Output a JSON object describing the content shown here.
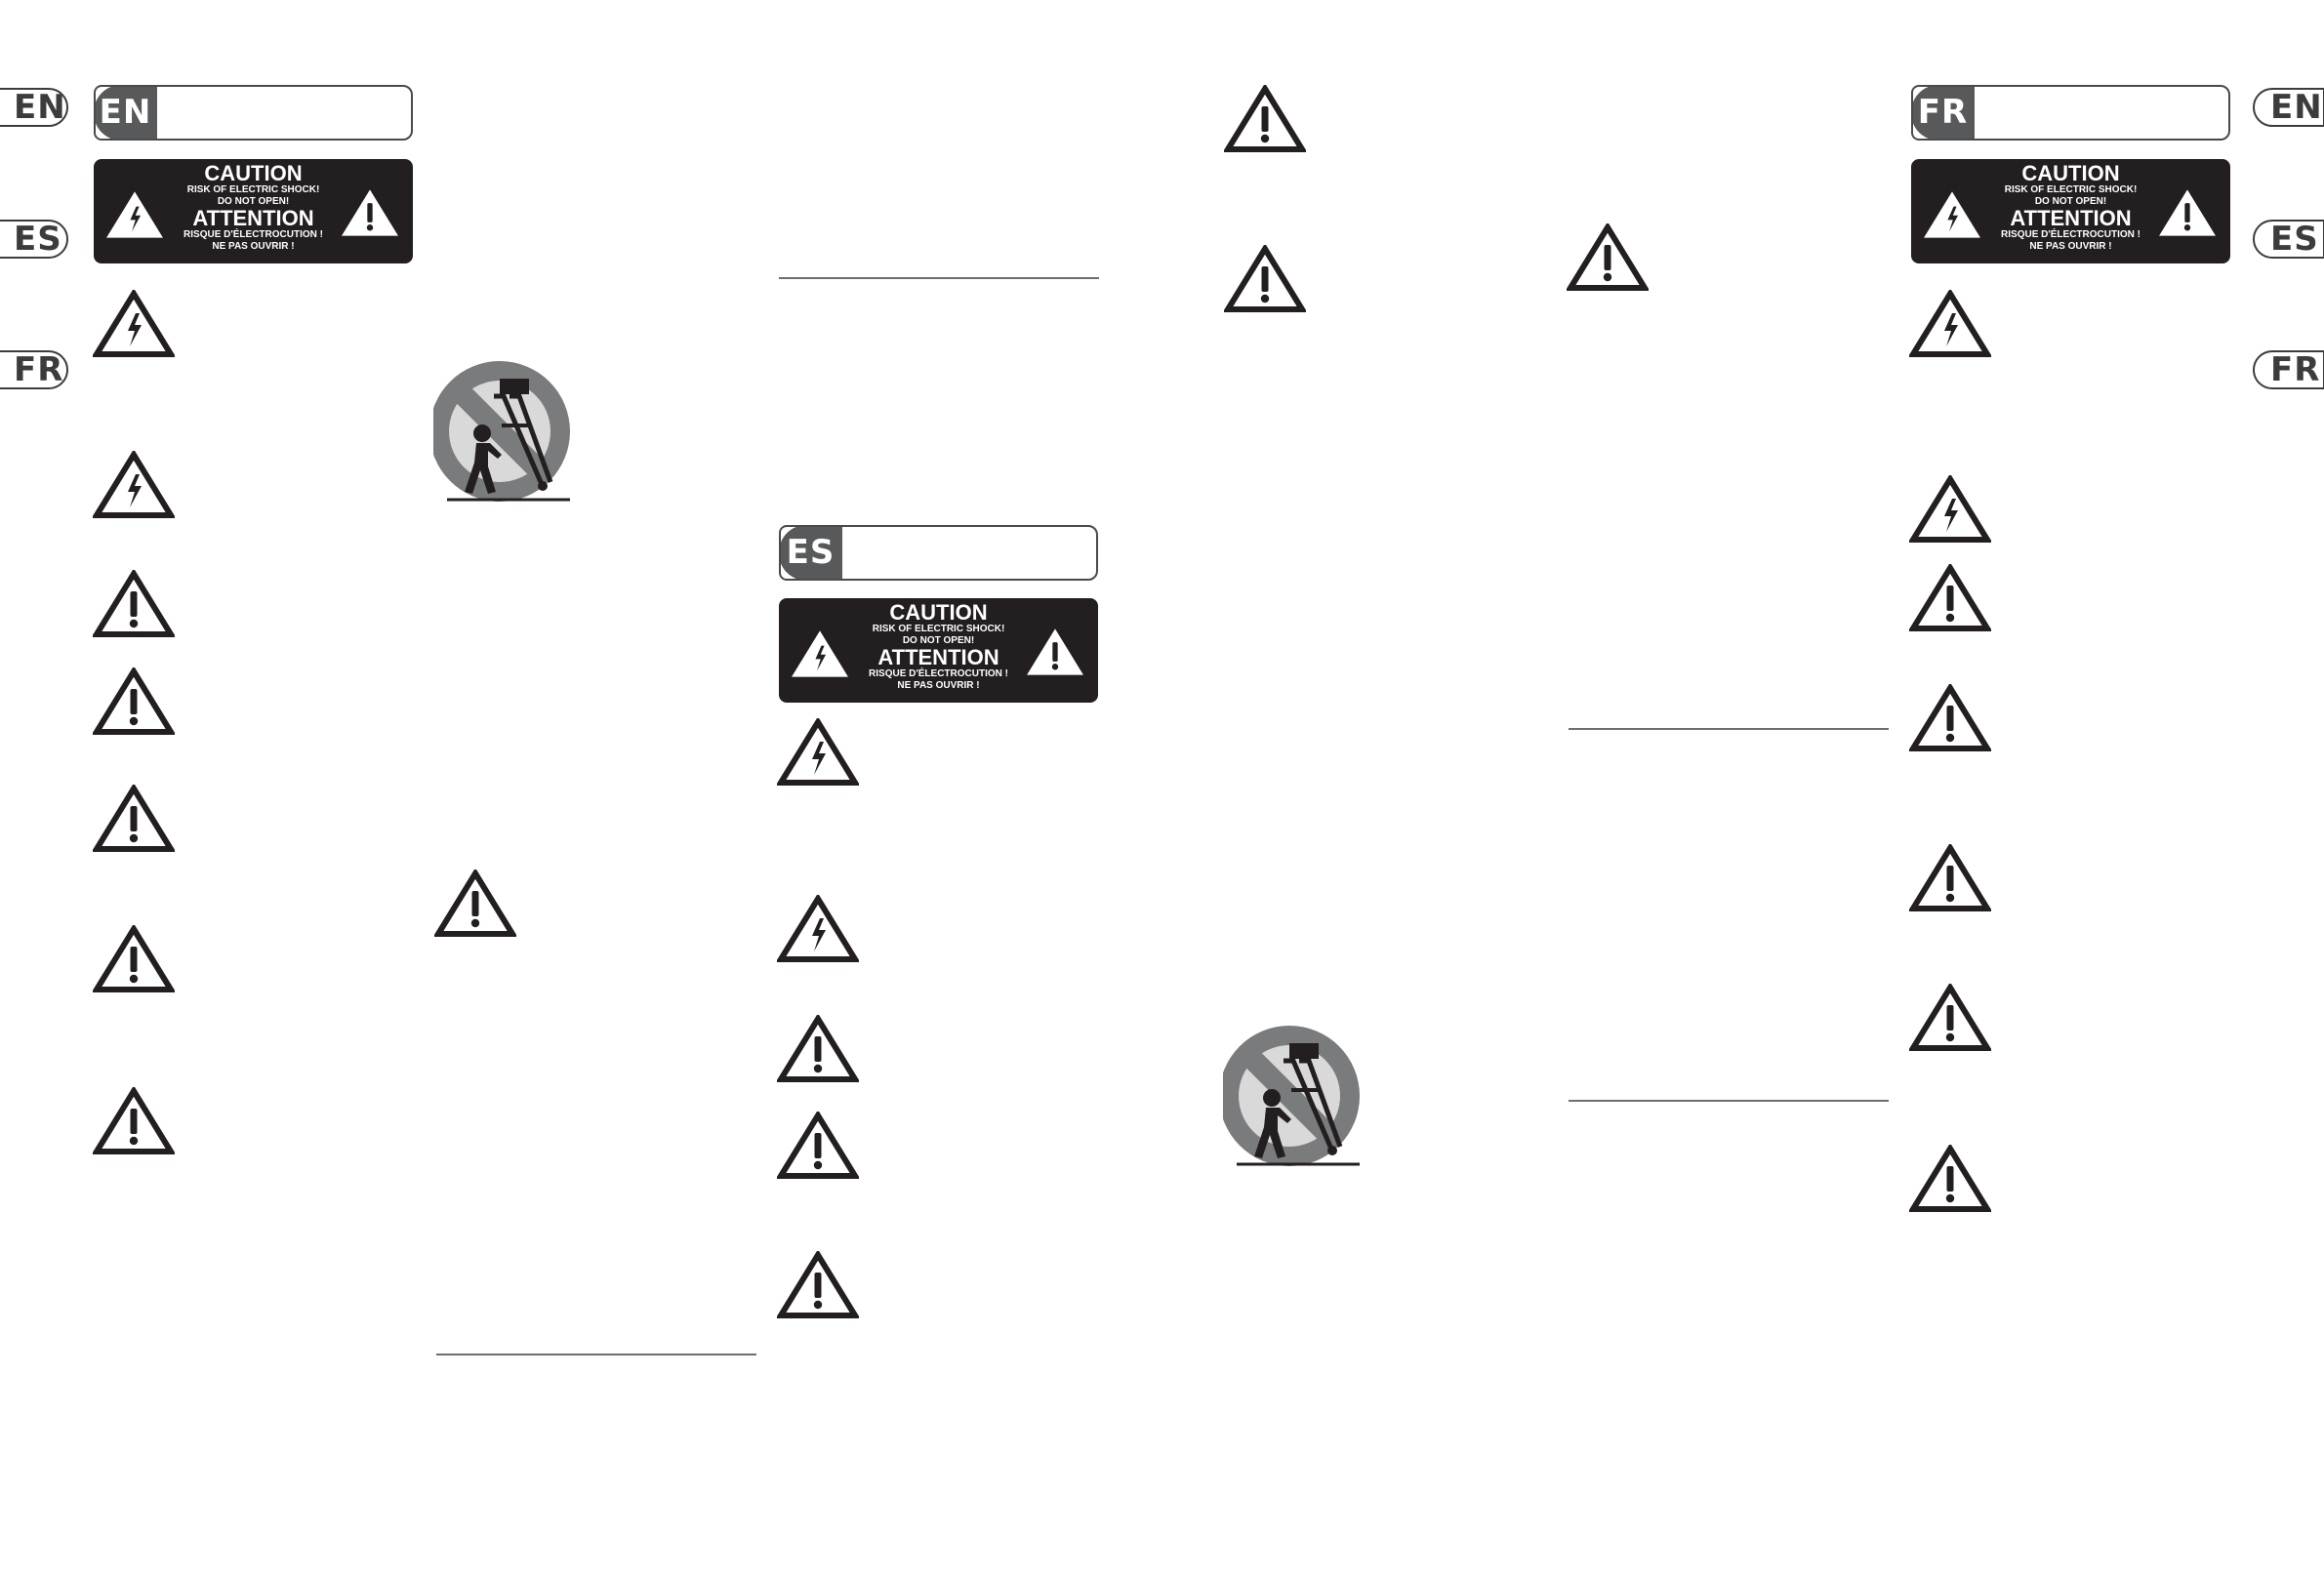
{
  "side_tabs": [
    "EN",
    "ES",
    "FR"
  ],
  "sections": {
    "en": {
      "badge": "EN"
    },
    "es": {
      "badge": "ES"
    },
    "fr": {
      "badge": "FR"
    }
  },
  "caution_label": {
    "caution": "CAUTION",
    "caution_sub1": "RISK OF ELECTRIC SHOCK!",
    "caution_sub2": "DO NOT OPEN!",
    "attention": "ATTENTION",
    "attention_sub1": "RISQUE D'ÉLECTROCUTION !",
    "attention_sub2": "NE PAS OUVRIR !"
  },
  "colors": {
    "label_bg": "#231f20",
    "badge_bg": "#58595b",
    "cart_circle": "#58595b",
    "rule": "#6d6e71"
  },
  "icons": [
    "shock-warning-icon",
    "exclamation-warning-icon",
    "no-cart-tipover-icon"
  ]
}
